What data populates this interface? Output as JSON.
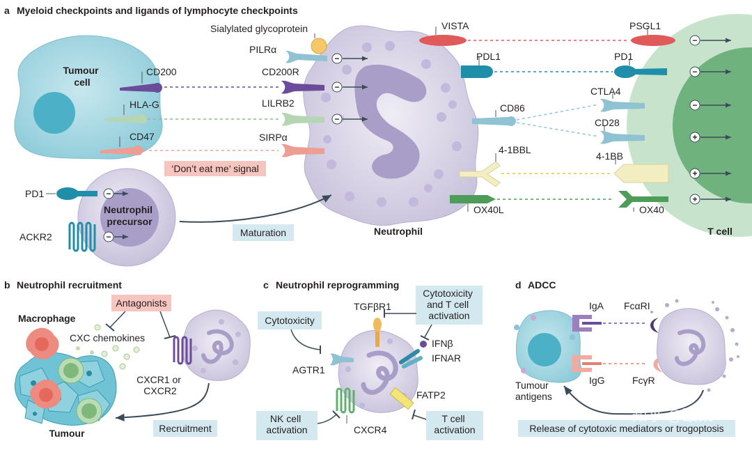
{
  "panels": {
    "a": {
      "letter": "a",
      "title": "Myeloid checkpoints and ligands of lymphocyte checkpoints"
    },
    "b": {
      "letter": "b",
      "title": "Neutrophil recruitment"
    },
    "c": {
      "letter": "c",
      "title": "Neutrophil reprogramming"
    },
    "d": {
      "letter": "d",
      "title": "ADCC"
    }
  },
  "panel_a": {
    "cells": {
      "tumour": "Tumour\ncell",
      "neutrophil": "Neutrophil",
      "precursor": "Neutrophil\nprecursor",
      "tcell": "T cell"
    },
    "tumour_ligands": [
      "CD200",
      "HLA-G",
      "CD47"
    ],
    "sialylated": "Sialylated glycoprotein",
    "neutrophil_receptors": [
      "PILRα",
      "CD200R",
      "LILRB2",
      "SIRPα"
    ],
    "dont_eat_me": "‘Don’t eat me’ signal",
    "precursor_receptors": [
      "PD1",
      "ACKR2"
    ],
    "maturation": "Maturation",
    "neutrophil_ligands": [
      "VISTA",
      "PDL1",
      "CD86",
      "4-1BBL",
      "OX40L"
    ],
    "tcell_receptors": [
      "PSGL1",
      "PD1",
      "CTLA4",
      "CD28",
      "4-1BB",
      "OX40"
    ],
    "signs": {
      "minus": "−",
      "plus": "+"
    }
  },
  "panel_b": {
    "antagonists": "Antagonists",
    "macrophage": "Macrophage",
    "chemokines": "CXC chemokines",
    "receptors": "CXCR1 or\nCXCR2",
    "recruitment": "Recruitment",
    "tumour": "Tumour"
  },
  "panel_c": {
    "cytotoxicity": "Cytotoxicity",
    "cytotox_tcell": "Cytotoxicity\nand T cell\nactivation",
    "tgfbr1": "TGFβR1",
    "agtr1": "AGTR1",
    "ifnb": "IFNβ",
    "ifnar": "IFNAR",
    "fatp2": "FATP2",
    "nk": "NK cell\nactivation",
    "cxcr4": "CXCR4",
    "tcell_act": "T cell\nactivation"
  },
  "panel_d": {
    "iga": "IgA",
    "fcari": "FcαRI",
    "igg": "IgG",
    "fcgr": "FcγR",
    "tumour_antigens": "Tumour\nantigens",
    "release": "Release of cytotoxic mediators or trogoptosis"
  },
  "watermark": "知乎 @酸菜",
  "colors": {
    "tumour": "#a9d6e0",
    "tumour_nucleus": "#4cb1c6",
    "neutrophil": "#e4e1ee",
    "neutrophil_nucleus": "#b4a9cf",
    "tcell_outer": "#c8e3cc",
    "tcell_inner": "#6fb27e",
    "label_box": "#d4e9ef",
    "signal_box": "#f6c5c0",
    "vista": "#e05a5a",
    "pd": "#1f8ea8",
    "cd200": "#6b4c9a",
    "hlag": "#b6d5b2",
    "cd47": "#ee9d93",
    "cd86": "#8fc3d4",
    "bb": "#f3eec2",
    "ox40": "#4d9c5a"
  }
}
